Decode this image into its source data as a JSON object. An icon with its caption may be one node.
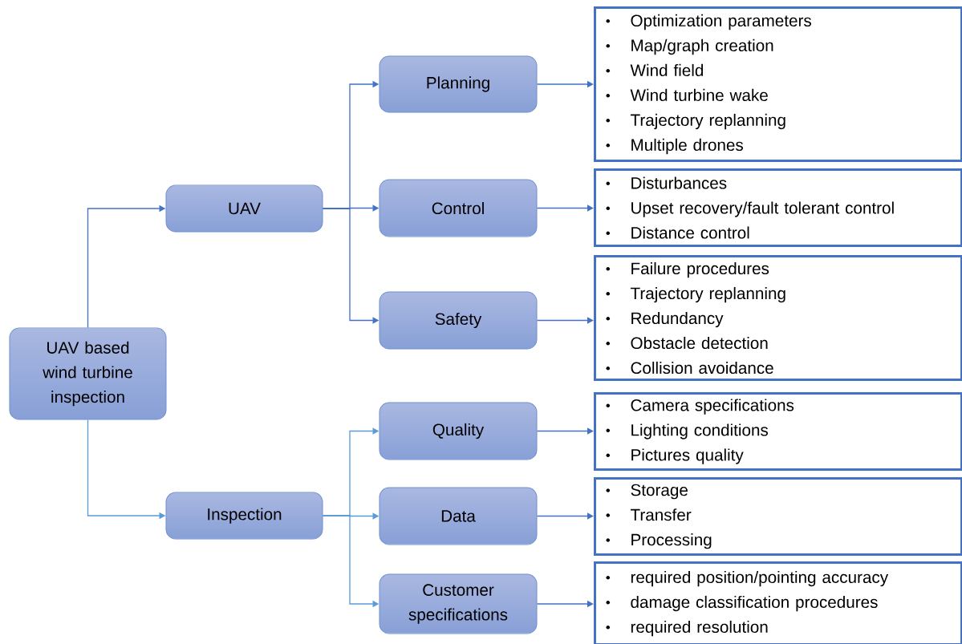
{
  "diagram": {
    "nodes": [
      {
        "text": [
          "UAV based wind turbine inspection"
        ]
      },
      {
        "text": [
          "UAV"
        ]
      },
      {
        "text": [
          "Planning"
        ]
      },
      {
        "text": [
          "Optimization parameters",
          "Map/graph creation",
          "Wind field",
          "Wind turbine wake",
          "Trajectory replanning",
          "Multiple drones"
        ]
      },
      {
        "text": [
          "Control"
        ]
      },
      {
        "text": [
          "Disturbances",
          "Upset recovery/fault tolerant control",
          "Distance control"
        ]
      },
      {
        "text": [
          "Safety"
        ]
      },
      {
        "text": [
          "Failure procedures",
          "Trajectory replanning",
          "Redundancy",
          "Obstacle detection",
          "Collision avoidance"
        ]
      },
      {
        "text": [
          "Inspection"
        ]
      },
      {
        "text": [
          "Quality"
        ]
      },
      {
        "text": [
          "Camera specifications",
          "Lighting conditions",
          "Pictures quality"
        ]
      },
      {
        "text": [
          "Data"
        ]
      },
      {
        "text": [
          "Storage",
          "Transfer",
          "Processing"
        ]
      },
      {
        "text": [
          "Customer specifications"
        ]
      },
      {
        "text": [
          "required position/pointing accuracy",
          "damage classification procedures",
          "required resolution"
        ]
      }
    ],
    "edges": [
      {
        "from": 0,
        "to": 1,
        "arrow": "to"
      },
      {
        "from": 0,
        "to": 8,
        "arrow": "to",
        "color": "#5b9bd5"
      },
      {
        "from": 1,
        "to": 2,
        "arrow": "to"
      },
      {
        "from": 1,
        "to": 4,
        "arrow": "to"
      },
      {
        "from": 1,
        "to": 6,
        "arrow": "to"
      },
      {
        "from": 2,
        "to": 3,
        "arrow": "to"
      },
      {
        "from": 4,
        "to": 5,
        "arrow": "to"
      },
      {
        "from": 6,
        "to": 7,
        "arrow": "to"
      },
      {
        "from": 8,
        "to": 9,
        "arrow": "to",
        "color": "#5b9bd5"
      },
      {
        "from": 8,
        "to": 11,
        "arrow": "to",
        "color": "#5b9bd5"
      },
      {
        "from": 8,
        "to": 13,
        "arrow": "to",
        "color": "#5b9bd5"
      },
      {
        "from": 9,
        "to": 10,
        "arrow": "to"
      },
      {
        "from": 11,
        "to": 12,
        "arrow": "to"
      },
      {
        "from": 13,
        "to": 14,
        "arrow": "to"
      }
    ]
  }
}
